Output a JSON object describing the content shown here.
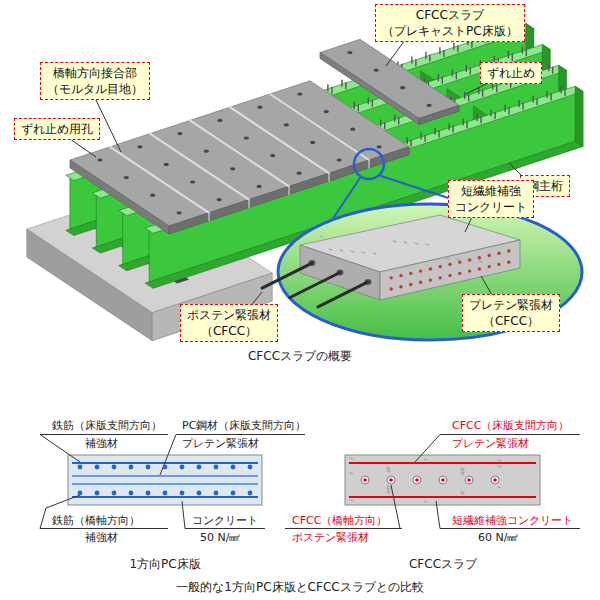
{
  "diagram": {
    "caption": "一般的な1方向PC床版とCFCCスラブとの比較",
    "nodes": [
      {
        "text": [
          "CFCCスラブ （プレキャストPC床版）"
        ]
      },
      {
        "text": [
          "橋軸方向接合部 （モルタル目地）"
        ]
      },
      {
        "text": [
          "ずれ止め"
        ]
      },
      {
        "text": [
          "ずれ止め用孔"
        ]
      },
      {
        "text": [
          "鋼主桁"
        ]
      },
      {
        "text": [
          "短繊維補強 コンクリート"
        ]
      },
      {
        "text": [
          "ポステン緊張材 （CFCC）"
        ]
      },
      {
        "text": [
          "プレテン緊張材 （CFCC）"
        ]
      }
    ],
    "labels": [
      "CFCCスラブの概要",
      "鉄筋（床版支間方向）",
      "補強材",
      "PC鋼材（床版支間方向）",
      "プレテン緊張材",
      "鉄筋（橋軸方向）",
      "補強材",
      "コンクリート",
      "50 N/㎟",
      "1方向PC床版",
      "CFCC（床版支間方向）",
      "プレテン緊張材",
      "CFCC（橋軸方向）",
      "ポステン緊張材",
      "短繊維補強コンクリート",
      "60 N/㎟",
      "CFCCスラブ"
    ]
  }
}
